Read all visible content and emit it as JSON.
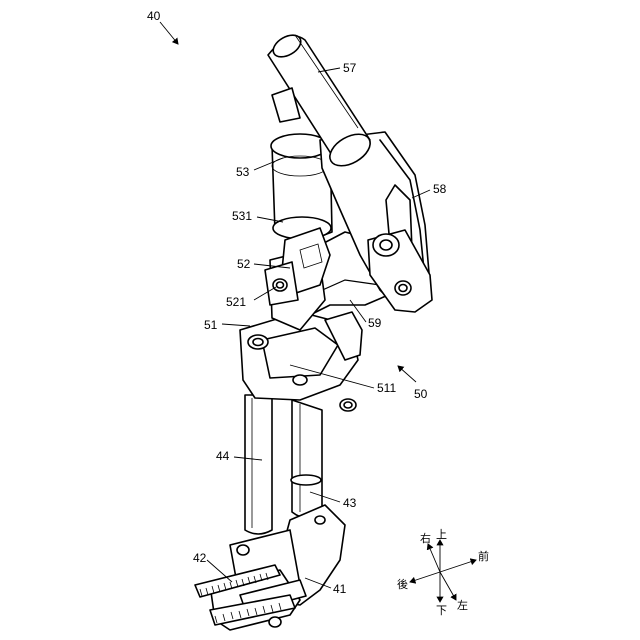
{
  "figure": {
    "assembly_label": "40",
    "labels": {
      "l57": "57",
      "l58": "58",
      "l53": "53",
      "l531": "531",
      "l52": "52",
      "l521": "521",
      "l51": "51",
      "l59": "59",
      "l511": "511",
      "l50": "50",
      "l44": "44",
      "l43": "43",
      "l42": "42",
      "l41": "41"
    },
    "directions": {
      "up": "上",
      "down": "下",
      "front": "前",
      "back": "後",
      "right": "右",
      "left": "左"
    }
  }
}
